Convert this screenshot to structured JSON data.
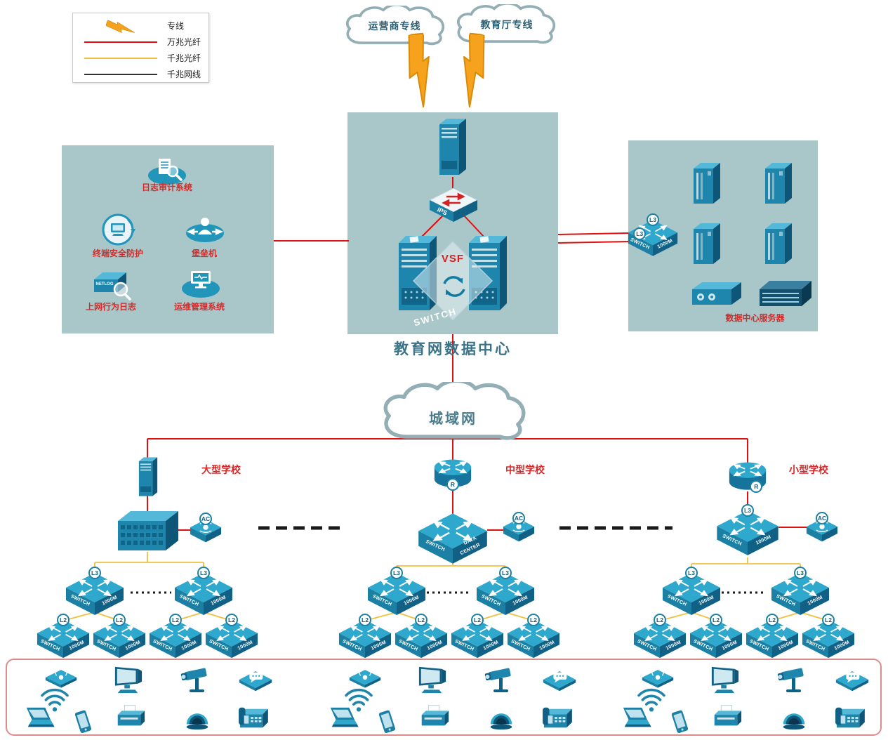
{
  "legend": {
    "items": [
      {
        "label": "专线",
        "style": "lightning",
        "color": "#f6a21c"
      },
      {
        "label": "万兆光纤",
        "style": "line",
        "color": "#dd1111"
      },
      {
        "label": "千兆光纤",
        "style": "line",
        "color": "#f0c040"
      },
      {
        "label": "千兆网线",
        "style": "line",
        "color": "#333333"
      }
    ]
  },
  "clouds": {
    "carrier": "运营商专线",
    "education": "教育厅专线",
    "man": "城域网"
  },
  "datacenter": {
    "title": "教育网数据中心",
    "ips": "IPS",
    "vsf": "VSF",
    "switch": "SWITCH"
  },
  "security_zone": {
    "audit": "日志审计系统",
    "endpoint_protection": "终端安全防护",
    "bastion": "堡垒机",
    "netlog_device": "NETLOG",
    "behavior_log": "上网行为日志",
    "ops": "运维管理系统"
  },
  "server_zone": {
    "label": "数据中心服务器"
  },
  "schools": {
    "large": "大型学校",
    "medium": "中型学校",
    "small": "小型学校"
  },
  "device_labels": {
    "l3": "L3",
    "l2": "L2",
    "ac": "AC",
    "r": "R",
    "switch": "SWITCH",
    "m1000": "1000M",
    "data": "DATA",
    "center": "CENTER"
  },
  "colors": {
    "dedicated_line": "#f6a21c",
    "fiber_10g": "#dd1111",
    "fiber_1g": "#f0c040",
    "cable_1g": "#333333",
    "device_teal": "#1e86ac",
    "zone_bg": "#a9c7c8"
  }
}
